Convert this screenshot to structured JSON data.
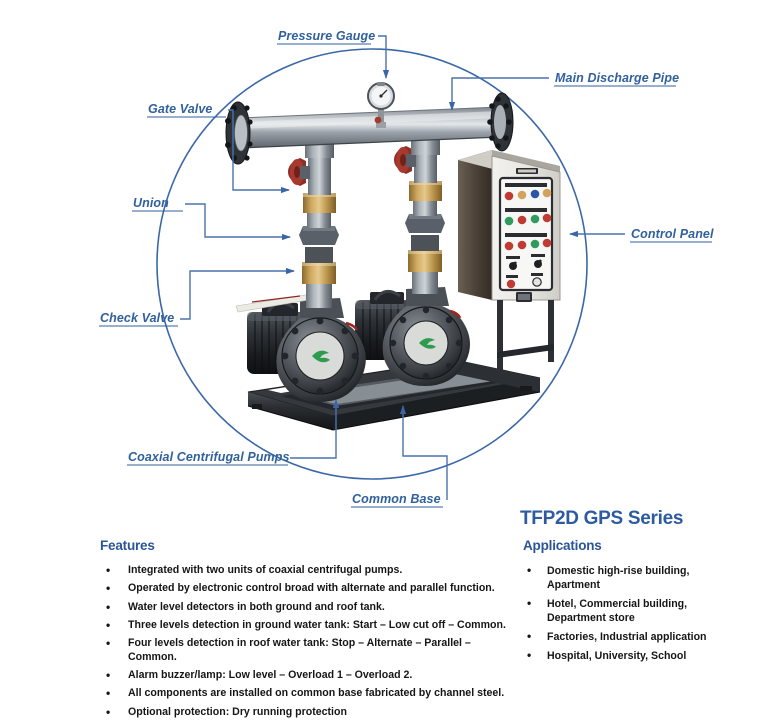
{
  "product": {
    "series_title": "TFP2D GPS Series"
  },
  "diagram": {
    "callouts": [
      {
        "id": "pressure-gauge",
        "label": "Pressure Gauge"
      },
      {
        "id": "main-discharge-pipe",
        "label": "Main Discharge Pipe"
      },
      {
        "id": "gate-valve",
        "label": "Gate Valve"
      },
      {
        "id": "union",
        "label": "Union"
      },
      {
        "id": "check-valve",
        "label": "Check Valve"
      },
      {
        "id": "control-panel",
        "label": "Control Panel"
      },
      {
        "id": "coaxial-centrifugal-pumps",
        "label": "Coaxial Centrifugal Pumps"
      },
      {
        "id": "common-base",
        "label": "Common Base"
      }
    ],
    "colors": {
      "callout_blue": "#31619c",
      "leader_blue": "#4a72ae",
      "ring_blue": "#3b67a8"
    }
  },
  "features": {
    "heading": "Features",
    "items": [
      "Integrated with two units of coaxial centrifugal pumps.",
      "Operated by electronic control broad with alternate and parallel function.",
      "Water level detectors in both ground and roof tank.",
      "Three levels detection in ground water tank: Start – Low cut off – Common.",
      "Four levels detection in roof water tank: Stop – Alternate – Parallel – Common.",
      "Alarm buzzer/lamp: Low level – Overload 1 – Overload 2.",
      "All components are installed on common base fabricated by channel steel.",
      "Optional protection: Dry running protection"
    ]
  },
  "applications": {
    "heading": "Applications",
    "items": [
      "Domestic high-rise building, Apartment",
      "Hotel, Commercial building, Department store",
      "Factories, Industrial application",
      "Hospital, University, School"
    ]
  }
}
